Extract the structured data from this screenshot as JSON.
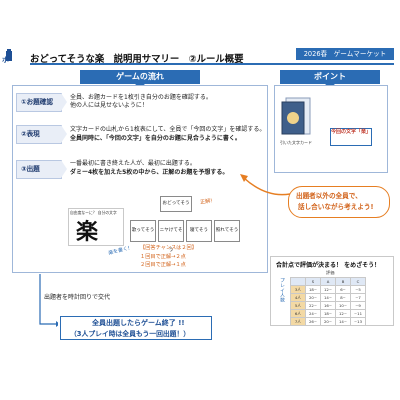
{
  "header": {
    "logo_text": "ボ",
    "title": "おどってそうな楽　説明用サマリー　②ルール概要",
    "badge": "2026春　ゲームマーケット"
  },
  "flow": {
    "tab": "ゲームの流れ",
    "steps": [
      {
        "label": "①お題確認",
        "lines": [
          "全員、お題カードを1枚引き自分のお題を確認する。",
          "他の人には見せないように！"
        ]
      },
      {
        "label": "②表現",
        "lines": [
          "文字カードの山札から1枚表にして、全員で「今回の文字」を確認する。",
          "全員同時に、「今回の文字」を自分のお題に見合うように書く。"
        ]
      },
      {
        "label": "③出題",
        "lines": [
          "一番最初に書き終えた人が、最初に出題する。",
          "ダミー4枚を加えた5枚の中から、正解のお題を予想する。"
        ]
      }
    ],
    "illus_caption": "自由度なーに？ 自分の文字",
    "illus_char": "楽",
    "note_kanji": "楽を書く!",
    "card_top": "おどってそう",
    "note_seikai": "正解!",
    "cards": [
      "歌ってそう",
      "ニヤけてそう",
      "寝てそう",
      "照れてそう"
    ],
    "chance_lines": [
      "【回答チャンスは２回】",
      "１回目で正解→２点",
      "２回目で正解→１点"
    ],
    "rotate_text": "出題者を時計回りで交代",
    "end_line1": "全員出題したらゲーム終了 !!",
    "end_line2": "（3人プレイ時は全員もう一回出題！）"
  },
  "point": {
    "tab": "ポイント",
    "image_caption": "引いた文字カード",
    "word_label": "今回の文字「楽」",
    "speech_line1": "出題者以外の全員で、",
    "speech_line2": "話し合いながら考えよう!"
  },
  "score": {
    "title": "合計点で評価が決まる！ をめざそう！",
    "table_label": "評価",
    "side_label": "プレイ人数",
    "header": [
      "",
      "S",
      "A",
      "B",
      "C"
    ],
    "rows": [
      [
        "3人",
        "18~",
        "12~",
        "6~",
        "~5"
      ],
      [
        "4人",
        "20~",
        "14~",
        "8~",
        "~7"
      ],
      [
        "5人",
        "22~",
        "16~",
        "10~",
        "~9"
      ],
      [
        "6人",
        "24~",
        "18~",
        "12~",
        "~11"
      ],
      [
        "7人",
        "26~",
        "20~",
        "14~",
        "~13"
      ]
    ]
  },
  "colors": {
    "accent": "#2b6cb4",
    "highlight": "#d2631b"
  }
}
